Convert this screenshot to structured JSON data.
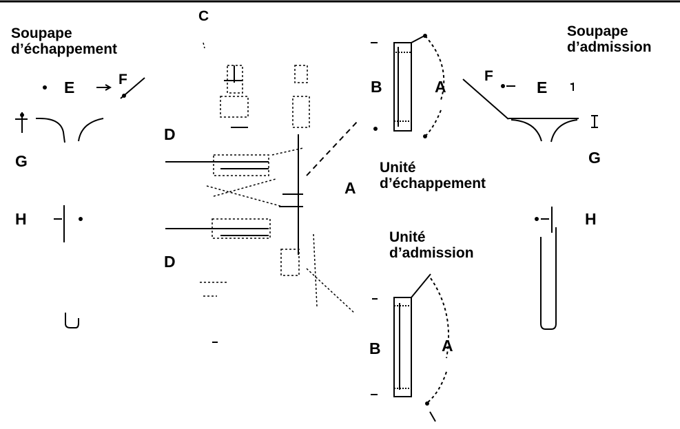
{
  "colors": {
    "ink": "#000000",
    "background": "#ffffff"
  },
  "titles": {
    "exhaust_valve": [
      "Soupape",
      "d’échappement"
    ],
    "intake_valve": [
      "Soupape",
      "d’admission"
    ],
    "exhaust_unit": [
      "Unité",
      "d’échappement"
    ],
    "intake_unit": [
      "Unité",
      "d’admission"
    ]
  },
  "labels": {
    "A": "A",
    "B": "B",
    "C": "C",
    "D": "D",
    "E": "E",
    "F": "F",
    "G": "G",
    "H": "H"
  }
}
